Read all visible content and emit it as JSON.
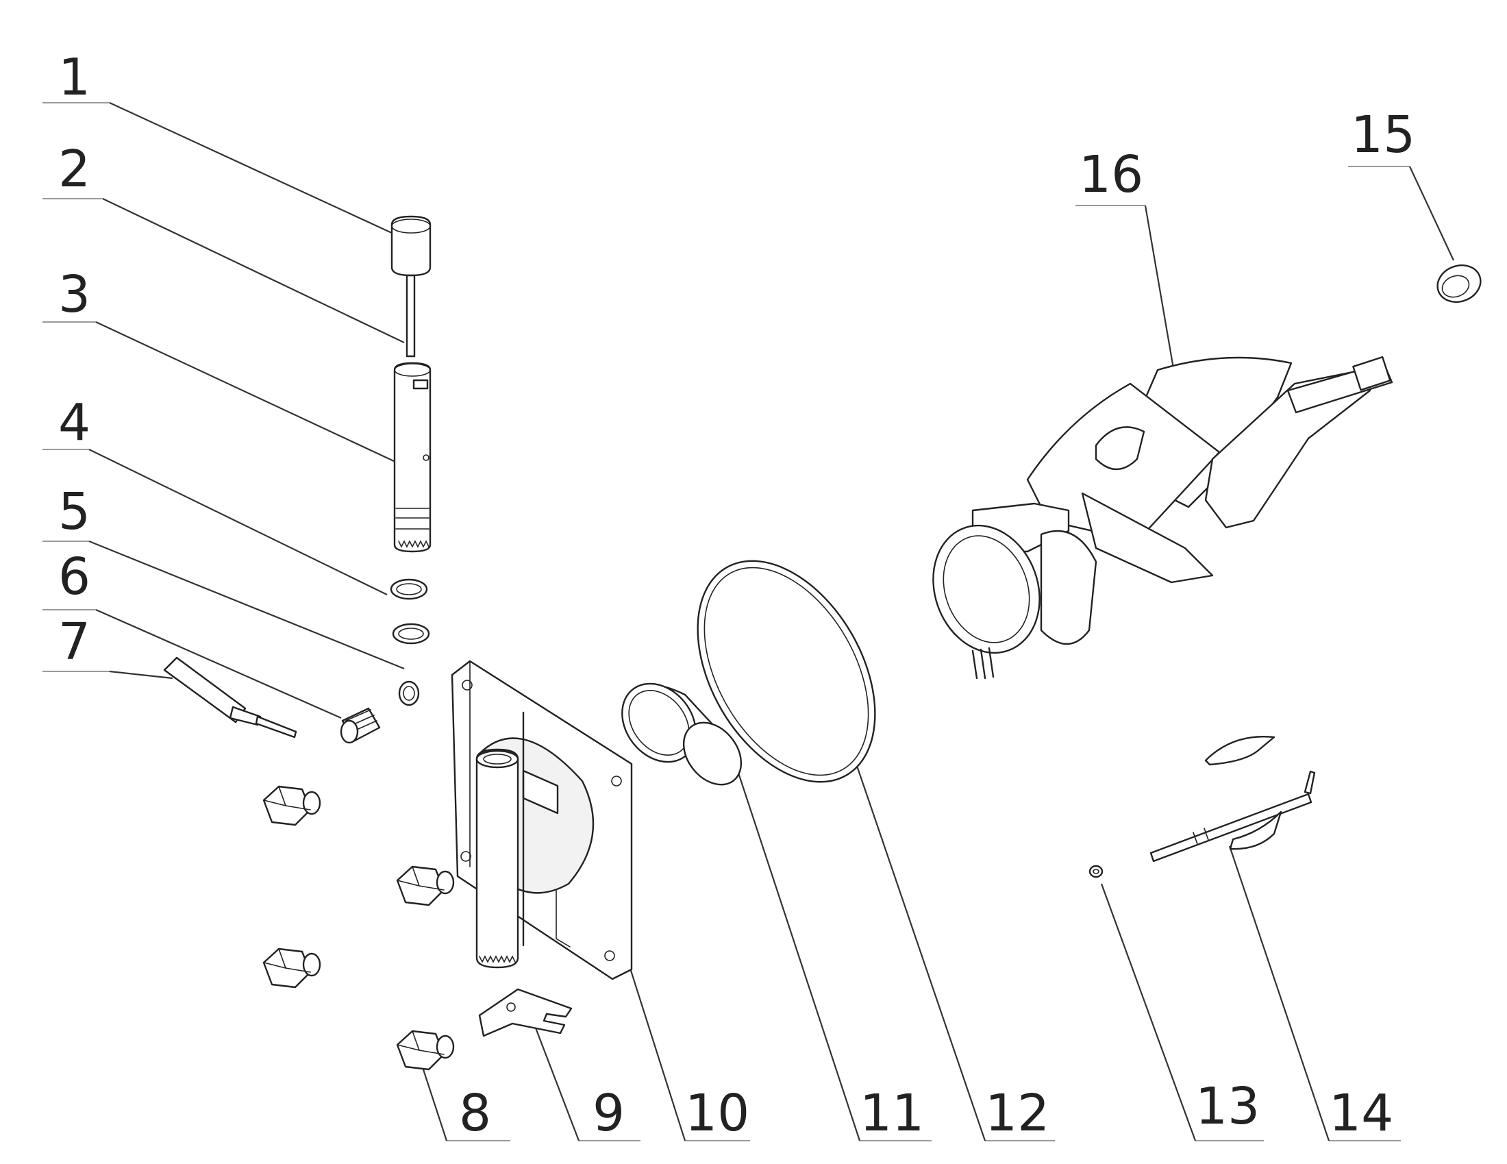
{
  "diagram": {
    "callouts": [
      {
        "id": 1,
        "label": "1"
      },
      {
        "id": 2,
        "label": "2"
      },
      {
        "id": 3,
        "label": "3"
      },
      {
        "id": 4,
        "label": "4"
      },
      {
        "id": 5,
        "label": "5"
      },
      {
        "id": 6,
        "label": "6"
      },
      {
        "id": 7,
        "label": "7"
      },
      {
        "id": 8,
        "label": "8"
      },
      {
        "id": 9,
        "label": "9"
      },
      {
        "id": 10,
        "label": "10"
      },
      {
        "id": 11,
        "label": "11"
      },
      {
        "id": 12,
        "label": "12"
      },
      {
        "id": 13,
        "label": "13"
      },
      {
        "id": 14,
        "label": "14"
      },
      {
        "id": 15,
        "label": "15"
      },
      {
        "id": 16,
        "label": "16"
      }
    ],
    "line_color": "#222222"
  }
}
